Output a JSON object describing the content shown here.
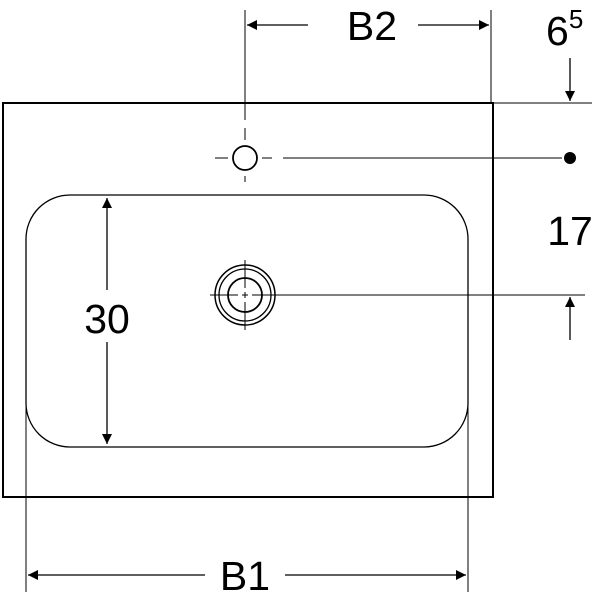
{
  "dimensions": {
    "b2": "B2",
    "b1": "B1",
    "height_30": "30",
    "offset_17": "17",
    "offset_6_5_base": "6",
    "offset_6_5_super": "5"
  },
  "colors": {
    "line": "#000000",
    "background": "#ffffff"
  }
}
